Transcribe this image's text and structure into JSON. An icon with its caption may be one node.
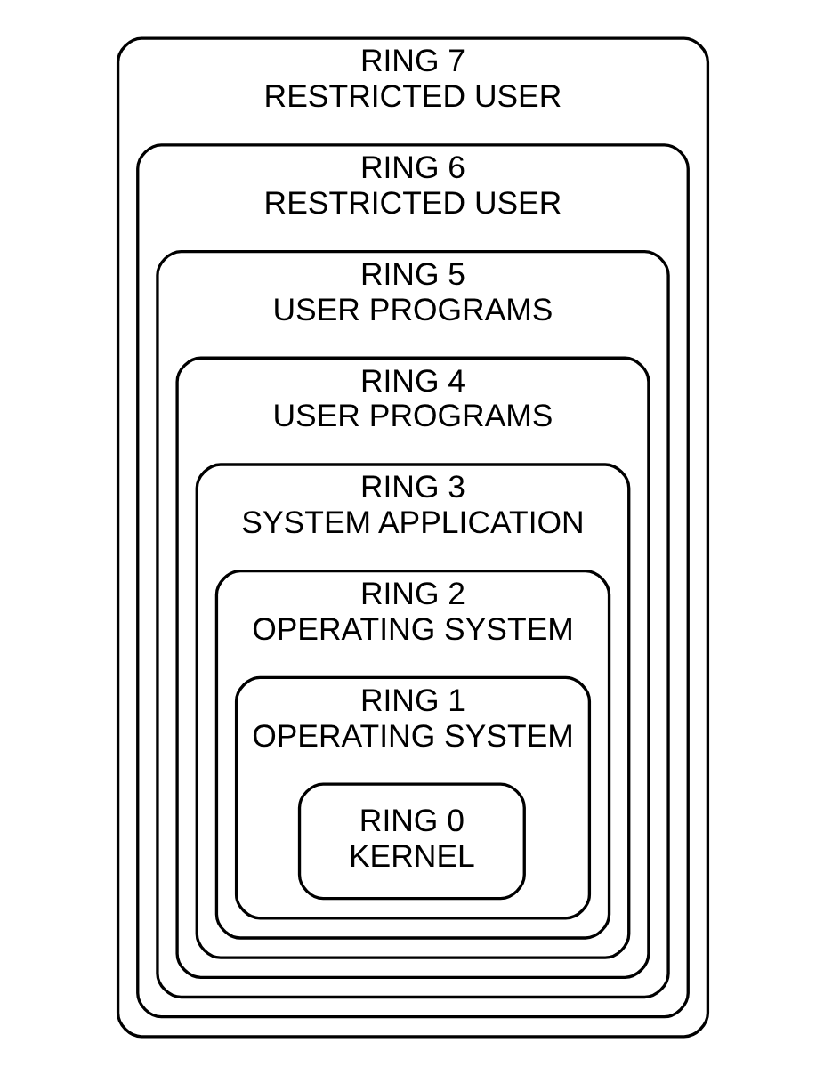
{
  "diagram": {
    "nodes": [
      {
        "text": [
          "RING 7",
          "RESTRICTED USER"
        ]
      },
      {
        "text": [
          "RING 6",
          "RESTRICTED USER"
        ],
        "in": 0
      },
      {
        "text": [
          "RING 5",
          "USER PROGRAMS"
        ],
        "in": 1
      },
      {
        "text": [
          "RING 4",
          "USER PROGRAMS"
        ],
        "in": 2
      },
      {
        "text": [
          "RING 3",
          "SYSTEM APPLICATION"
        ],
        "in": 3
      },
      {
        "text": [
          "RING 2",
          "OPERATING SYSTEM"
        ],
        "in": 4
      },
      {
        "text": [
          "RING 1",
          "OPERATING SYSTEM"
        ],
        "in": 5
      },
      {
        "text": [
          "RING 0",
          "KERNEL"
        ],
        "in": 6
      }
    ],
    "edges": []
  }
}
